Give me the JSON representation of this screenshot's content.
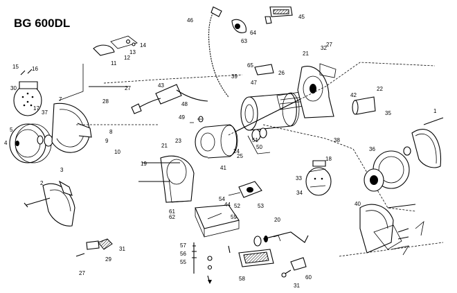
{
  "title": "BG 600DL",
  "part_labels": [
    {
      "id": "p1",
      "text": "1"
    },
    {
      "id": "p2",
      "text": "2"
    },
    {
      "id": "p3",
      "text": "3"
    },
    {
      "id": "p4a",
      "text": "4"
    },
    {
      "id": "p5",
      "text": "5"
    },
    {
      "id": "p7",
      "text": "7"
    },
    {
      "id": "p8",
      "text": "8"
    },
    {
      "id": "p9",
      "text": "9"
    },
    {
      "id": "p10",
      "text": "10"
    },
    {
      "id": "p11",
      "text": "11"
    },
    {
      "id": "p12",
      "text": "12"
    },
    {
      "id": "p13",
      "text": "13"
    },
    {
      "id": "p14",
      "text": "14"
    },
    {
      "id": "p15",
      "text": "15"
    },
    {
      "id": "p16",
      "text": "16"
    },
    {
      "id": "p17",
      "text": "17"
    },
    {
      "id": "p18",
      "text": "18"
    },
    {
      "id": "p19",
      "text": "19"
    },
    {
      "id": "p20",
      "text": "20"
    },
    {
      "id": "p21a",
      "text": "21"
    },
    {
      "id": "p21b",
      "text": "21"
    },
    {
      "id": "p22",
      "text": "22"
    },
    {
      "id": "p23",
      "text": "23"
    },
    {
      "id": "p24",
      "text": "24"
    },
    {
      "id": "p25",
      "text": "25"
    },
    {
      "id": "p26",
      "text": "26"
    },
    {
      "id": "p27a",
      "text": "27"
    },
    {
      "id": "p27b",
      "text": "27"
    },
    {
      "id": "p27c",
      "text": "27"
    },
    {
      "id": "p28",
      "text": "28"
    },
    {
      "id": "p29",
      "text": "29"
    },
    {
      "id": "p30",
      "text": "30"
    },
    {
      "id": "p31a",
      "text": "31"
    },
    {
      "id": "p31b",
      "text": "31"
    },
    {
      "id": "p32",
      "text": "32"
    },
    {
      "id": "p33",
      "text": "33"
    },
    {
      "id": "p34",
      "text": "34"
    },
    {
      "id": "p35",
      "text": "35"
    },
    {
      "id": "p36",
      "text": "36"
    },
    {
      "id": "p37",
      "text": "37"
    },
    {
      "id": "p38",
      "text": "38"
    },
    {
      "id": "p39",
      "text": "39"
    },
    {
      "id": "p40",
      "text": "40"
    },
    {
      "id": "p41",
      "text": "41"
    },
    {
      "id": "p42",
      "text": "42"
    },
    {
      "id": "p43",
      "text": "43"
    },
    {
      "id": "p44",
      "text": "44"
    },
    {
      "id": "p45",
      "text": "45"
    },
    {
      "id": "p46",
      "text": "46"
    },
    {
      "id": "p47",
      "text": "47"
    },
    {
      "id": "p48",
      "text": "48"
    },
    {
      "id": "p49",
      "text": "49"
    },
    {
      "id": "p50",
      "text": "50"
    },
    {
      "id": "p51",
      "text": "51"
    },
    {
      "id": "p52",
      "text": "52"
    },
    {
      "id": "p53",
      "text": "53"
    },
    {
      "id": "p54",
      "text": "54"
    },
    {
      "id": "p55",
      "text": "55"
    },
    {
      "id": "p56",
      "text": "56"
    },
    {
      "id": "p57",
      "text": "57"
    },
    {
      "id": "p58",
      "text": "58"
    },
    {
      "id": "p59",
      "text": "59"
    },
    {
      "id": "p60",
      "text": "60"
    },
    {
      "id": "p61",
      "text": "61"
    },
    {
      "id": "p62",
      "text": "62"
    },
    {
      "id": "p63",
      "text": "63"
    },
    {
      "id": "p64",
      "text": "64"
    },
    {
      "id": "p65",
      "text": "65"
    }
  ]
}
